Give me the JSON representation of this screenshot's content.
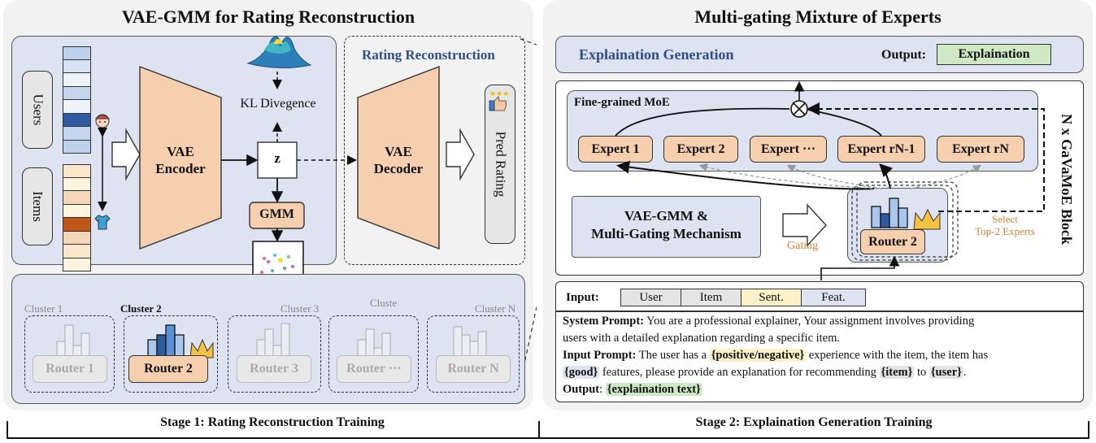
{
  "left": {
    "title": "VAE-GMM for Rating Reconstruction",
    "users_label": "Users",
    "items_label": "Items",
    "encoder_label": "VAE\nEncoder",
    "z_label": "z",
    "kl_label": "KL Divegence",
    "gmm_label": "GMM",
    "rating_recon_title": "Rating Reconstruction",
    "decoder_label": "VAE\nDecoder",
    "pred_rating_label": "Pred Rating",
    "clusters": [
      {
        "label": "Cluster 1",
        "router": "Router 1",
        "active": false
      },
      {
        "label": "Cluster 2",
        "router": "Router 2",
        "active": true
      },
      {
        "label": "Cluster 3",
        "router": "Router 3",
        "active": false
      },
      {
        "label": "Cluste",
        "router": "Router ···",
        "active": false
      },
      {
        "label": "Cluster N",
        "router": "Router N",
        "active": false
      }
    ],
    "stage_label": "Stage 1: Rating Reconstruction Training"
  },
  "right": {
    "title": "Multi-gating Mixture of Experts",
    "expl_gen_label": "Explaination Generation",
    "output_label": "Output:",
    "output_value": "Explaination",
    "moe_label": "Fine-grained MoE",
    "experts": [
      "Expert 1",
      "Expert 2",
      "Expert ···",
      "Expert rN-1",
      "Expert rN"
    ],
    "block_label": "N x GaVaMoE Block",
    "vae_gmm_label_1": "VAE-GMM &",
    "vae_gmm_label_2": "Multi-Gating Mechanism",
    "gating_label": "Gating",
    "router_label": "Router 2",
    "select_label_1": "Select",
    "select_label_2": "Top-2 Experts",
    "input_label": "Input:",
    "inputs": [
      "User",
      "Item",
      "Sent.",
      "Feat."
    ],
    "system_prompt_key": "System Prompt:",
    "system_prompt_1": " You are a professional explainer, Your assignment involves providing",
    "system_prompt_2": "users with a detailed explanation regarding a specific item.",
    "input_prompt_key": "Input Prompt:",
    "input_prompt_a": " The user has a ",
    "input_prompt_sentiment": "{positive/negative}",
    "input_prompt_b": " experience with the item, the item has",
    "input_prompt_good": "{good}",
    "input_prompt_c": " features, please provide an explanation for recommending ",
    "input_prompt_item": "{item}",
    "input_prompt_d": " to ",
    "input_prompt_user": "{user}",
    "input_prompt_e": ".",
    "output_prompt_key": "Output",
    "output_prompt_colon": ": ",
    "output_prompt_value": "{explaination text}",
    "stage_label": "Stage 2: Explaination Generation Training"
  },
  "colors": {
    "panel_bg": "#f2f2f2",
    "blue_box": "#dde3f1",
    "encoder": "#f6cfae",
    "user_dark": "#2e5aa0",
    "item_dark": "#c0571a",
    "output_green": "#cfe8c4",
    "orange_text": "#d9802a"
  }
}
